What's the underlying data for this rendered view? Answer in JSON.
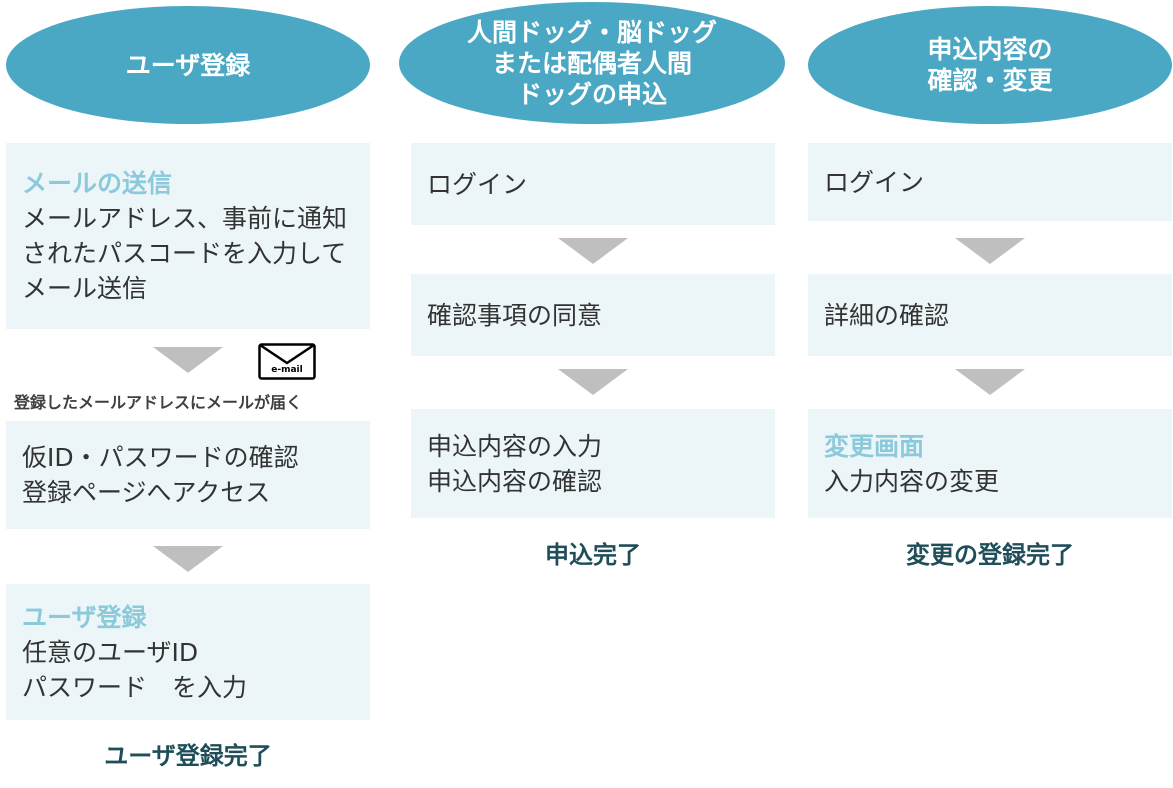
{
  "columns": [
    {
      "header": [
        "ユーザ登録"
      ],
      "steps": [
        {
          "highlight": "メールの送信",
          "lines": [
            "メールアドレス、事前に通知",
            "されたパスコードを入力して",
            "メール送信"
          ]
        },
        {
          "highlight": "",
          "lines": [
            "仮ID・パスワードの確認",
            "登録ページへアクセス"
          ]
        },
        {
          "highlight": "ユーザ登録",
          "lines": [
            "任意のユーザID",
            "パスワード　を入力"
          ]
        }
      ],
      "mail_note": "登録したメールアドレスにメールが届く",
      "email_label": "e-mail",
      "completion": "ユーザ登録完了"
    },
    {
      "header": [
        "人間ドッグ・脳ドッグ",
        "または配偶者人間",
        "ドッグの申込"
      ],
      "steps": [
        {
          "highlight": "",
          "lines": [
            "ログイン"
          ]
        },
        {
          "highlight": "",
          "lines": [
            "確認事項の同意"
          ]
        },
        {
          "highlight": "",
          "lines": [
            "申込内容の入力",
            "申込内容の確認"
          ]
        }
      ],
      "completion": "申込完了"
    },
    {
      "header": [
        "申込内容の",
        "確認・変更"
      ],
      "steps": [
        {
          "highlight": "",
          "lines": [
            "ログイン"
          ]
        },
        {
          "highlight": "",
          "lines": [
            "詳細の確認"
          ]
        },
        {
          "highlight": "変更画面",
          "lines": [
            "入力内容の変更"
          ]
        }
      ],
      "completion": "変更の登録完了"
    }
  ],
  "colors": {
    "header_fill": "#4aa8c4",
    "step_fill": "#ecf6f8",
    "highlight_text": "#8ccadb",
    "arrow": "#bfbfbf",
    "completion_text": "#1f4e5a"
  },
  "icons": {
    "email": "envelope-icon",
    "arrow": "down-triangle-arrow"
  }
}
